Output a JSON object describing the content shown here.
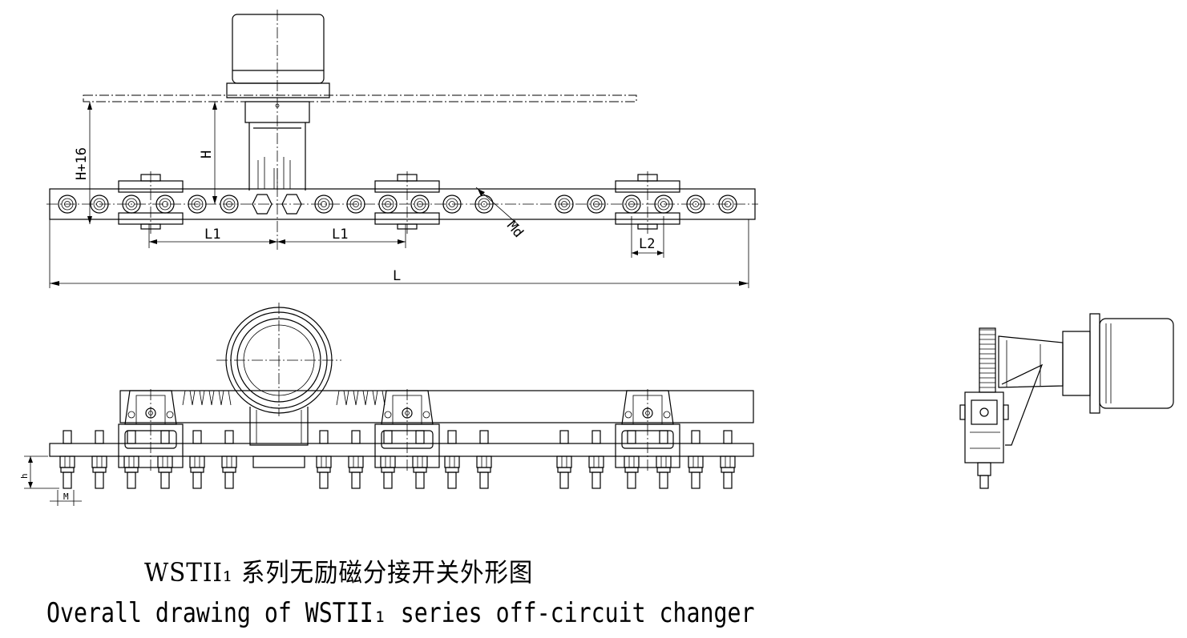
{
  "diagram": {
    "title_cn": "WSTII₁ 系列无励磁分接开关外形图",
    "title_en": "Overall drawing of WSTII₁ series off-circuit changer",
    "dimensions": {
      "total_length": "L",
      "height": "H",
      "height_plus": "H+16",
      "pitch1_left": "L1",
      "pitch1_right": "L1",
      "pitch2": "L2",
      "thread": "Md",
      "side_height": "h",
      "side_width": "M"
    },
    "views": [
      "top-view",
      "front-view",
      "side-view"
    ]
  }
}
